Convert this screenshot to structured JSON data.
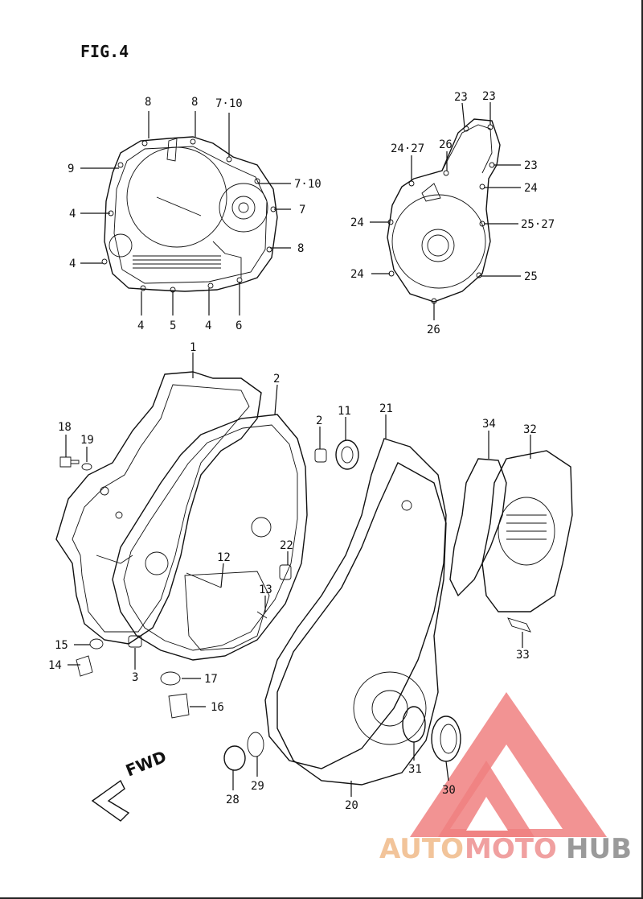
{
  "figure": {
    "title": "FIG.4",
    "fwd_label": "FWD"
  },
  "watermark": {
    "auto": "AUTO",
    "moto": "MOTO",
    "hub": "HUB",
    "colors": {
      "triangle": "#f08080",
      "auto": "#f2c49a",
      "moto": "#f0a0a0",
      "hub": "#9a9a9a"
    }
  },
  "callouts": {
    "clutch_cover": [
      "8",
      "8",
      "7·10",
      "9",
      "7·10",
      "4",
      "7",
      "4",
      "8",
      "4",
      "5",
      "4",
      "6"
    ],
    "generator_cover": [
      "23",
      "23",
      "26",
      "24·27",
      "23",
      "24",
      "24",
      "25·27",
      "24",
      "25",
      "26"
    ],
    "exploded": [
      "1",
      "2",
      "18",
      "19",
      "2",
      "11",
      "21",
      "34",
      "32",
      "12",
      "22",
      "13",
      "15",
      "14",
      "3",
      "17",
      "16",
      "33",
      "31",
      "30",
      "29",
      "28",
      "20"
    ]
  }
}
